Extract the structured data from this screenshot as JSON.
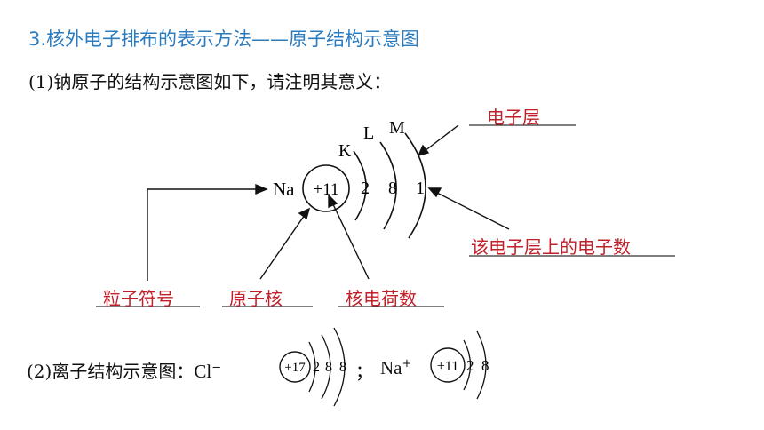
{
  "section_title": "3.核外电子排布的表示方法——原子结构示意图",
  "question1": "(1)钠原子的结构示意图如下，请注明其意义：",
  "na_diagram": {
    "symbol": "Na",
    "nucleus": "+11",
    "shell_names": [
      "K",
      "L",
      "M"
    ],
    "electrons": [
      "2",
      "8",
      "1"
    ]
  },
  "labels": {
    "shell": "电子层",
    "electrons_in_shell": "该电子层上的电子数",
    "particle_symbol": "粒子符号",
    "nucleus": "原子核",
    "nuclear_charge": "核电荷数"
  },
  "question2": {
    "prefix": "(2)离子结构示意图：",
    "cl_symbol": "Cl",
    "cl_charge": "−",
    "cl_nucleus": "+17",
    "cl_electrons": [
      "2",
      "8",
      "8"
    ],
    "separator": "；",
    "na_symbol": "Na",
    "na_charge": "+",
    "na_nucleus": "+11",
    "na_electrons": [
      "2",
      "8"
    ]
  },
  "colors": {
    "title": "#2b7bbd",
    "label": "#c0202a"
  }
}
